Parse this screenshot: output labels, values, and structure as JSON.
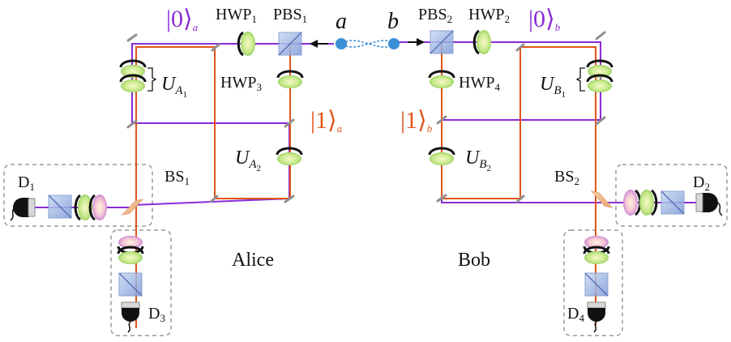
{
  "labels": {
    "a": "a",
    "b": "b",
    "hwp1": "HWP",
    "hwp1_sub": "1",
    "pbs1": "PBS",
    "pbs1_sub": "1",
    "pbs2": "PBS",
    "pbs2_sub": "2",
    "hwp2": "HWP",
    "hwp2_sub": "2",
    "hwp3": "HWP",
    "hwp3_sub": "3",
    "hwp4": "HWP",
    "hwp4_sub": "4",
    "ket0a": "|0⟩",
    "ket0a_sub": "a",
    "ket0b": "|0⟩",
    "ket0b_sub": "b",
    "ket1a": "|1⟩",
    "ket1a_sub": "a",
    "ket1b": "|1⟩",
    "ket1b_sub": "b",
    "ua1": "U",
    "ua1_sub": "A",
    "ua1_subsub": "1",
    "ua2": "U",
    "ua2_sub": "A",
    "ua2_subsub": "2",
    "ub1": "U",
    "ub1_sub": "B",
    "ub1_subsub": "1",
    "ub2": "U",
    "ub2_sub": "B",
    "ub2_subsub": "2",
    "bs1": "BS",
    "bs1_sub": "1",
    "bs2": "BS",
    "bs2_sub": "2",
    "d1": "D",
    "d1_sub": "1",
    "d2": "D",
    "d2_sub": "2",
    "d3": "D",
    "d3_sub": "3",
    "d4": "D",
    "d4_sub": "4",
    "alice": "Alice",
    "bob": "Bob"
  },
  "colors": {
    "path_a": "#8a2bd6",
    "path_b": "#e0551a",
    "ket0": "#8a2bd6",
    "ket1": "#e0551a",
    "source": "#3b8fd6",
    "box": "#9a9a9a"
  }
}
